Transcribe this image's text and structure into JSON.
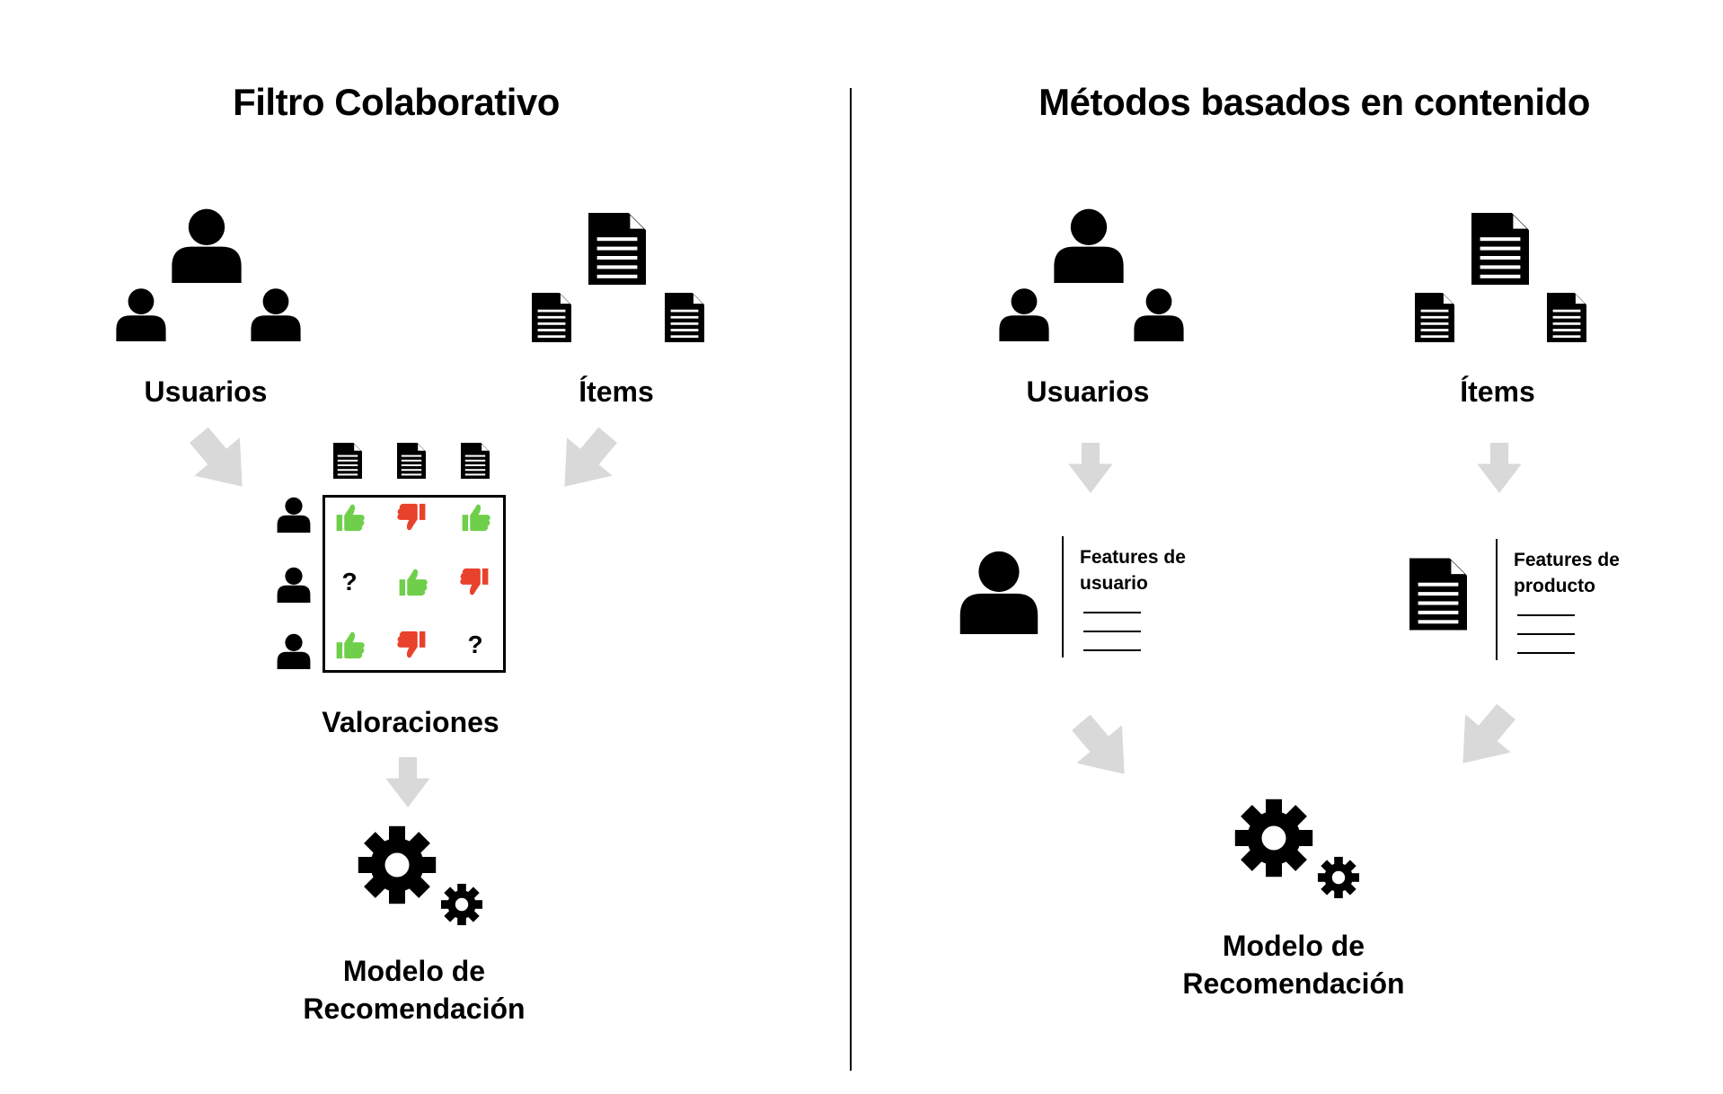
{
  "left": {
    "title": "Filtro Colaborativo",
    "users_label": "Usuarios",
    "items_label": "Ítems",
    "ratings_label": "Valoraciones",
    "ratings": [
      [
        "up",
        "down",
        "up"
      ],
      [
        "?",
        "up",
        "down"
      ],
      [
        "up",
        "down",
        "?"
      ]
    ],
    "model_line1": "Modelo de",
    "model_line2": "Recomendación"
  },
  "right": {
    "title": "Métodos basados en contenido",
    "users_label": "Usuarios",
    "items_label": "Ítems",
    "user_features_line1": "Features de",
    "user_features_line2": "usuario",
    "product_features_line1": "Features de",
    "product_features_line2": "producto",
    "model_line1": "Modelo de",
    "model_line2": "Recomendación"
  },
  "colors": {
    "thumb_up": "#6fcf4a",
    "thumb_down": "#e8412c",
    "arrow": "#d9d9d9",
    "icon": "#000000"
  },
  "icons": [
    "user-icon",
    "document-icon",
    "gear-icon",
    "thumbs-up-icon",
    "thumbs-down-icon",
    "arrow-icon"
  ]
}
